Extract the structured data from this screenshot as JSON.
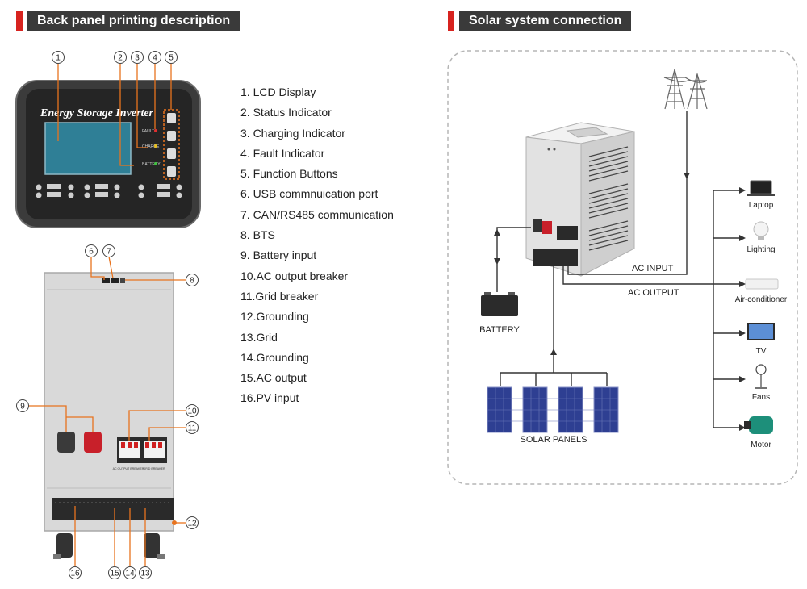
{
  "headers": {
    "left": "Back panel printing description",
    "right": "Solar system connection"
  },
  "front_panel": {
    "title": "Energy Storage Inverter",
    "indicator_labels": [
      "FAULT",
      "CHARGE",
      "BATTERY"
    ],
    "callouts": [
      "1",
      "2",
      "3",
      "4",
      "5"
    ]
  },
  "back_panel": {
    "callouts": [
      "6",
      "7",
      "8",
      "9",
      "10",
      "11",
      "12",
      "13",
      "14",
      "15",
      "16"
    ],
    "breaker_labels": [
      "AC OUTPUT BREAKER",
      "GRID BREAKER"
    ]
  },
  "legend": [
    "1.  LCD Display",
    "2.  Status Indicator",
    "3.  Charging Indicator",
    "4.  Fault Indicator",
    "5.  Function Buttons",
    "6.  USB commnuication port",
    "7.  CAN/RS485 communication",
    "8.  BTS",
    "9.  Battery input",
    "10.AC output breaker",
    "11.Grid breaker",
    "12.Grounding",
    "13.Grid",
    "14.Grounding",
    "15.AC output",
    "16.PV input"
  ],
  "system": {
    "ac_input": "AC INPUT",
    "ac_output": "AC OUTPUT",
    "battery": "BATTERY",
    "solar_panels": "SOLAR PANELS",
    "loads": [
      "Laptop",
      "Lighting",
      "Air-conditioner",
      "TV",
      "Fans",
      "Motor"
    ]
  },
  "colors": {
    "accent_red": "#d7231f",
    "header_bg": "#3a3a3a",
    "callout_orange": "#e8731e",
    "panel_dark": "#2c2c2c",
    "lcd_blue": "#2f7f96",
    "solar_blue": "#2e3f92"
  }
}
